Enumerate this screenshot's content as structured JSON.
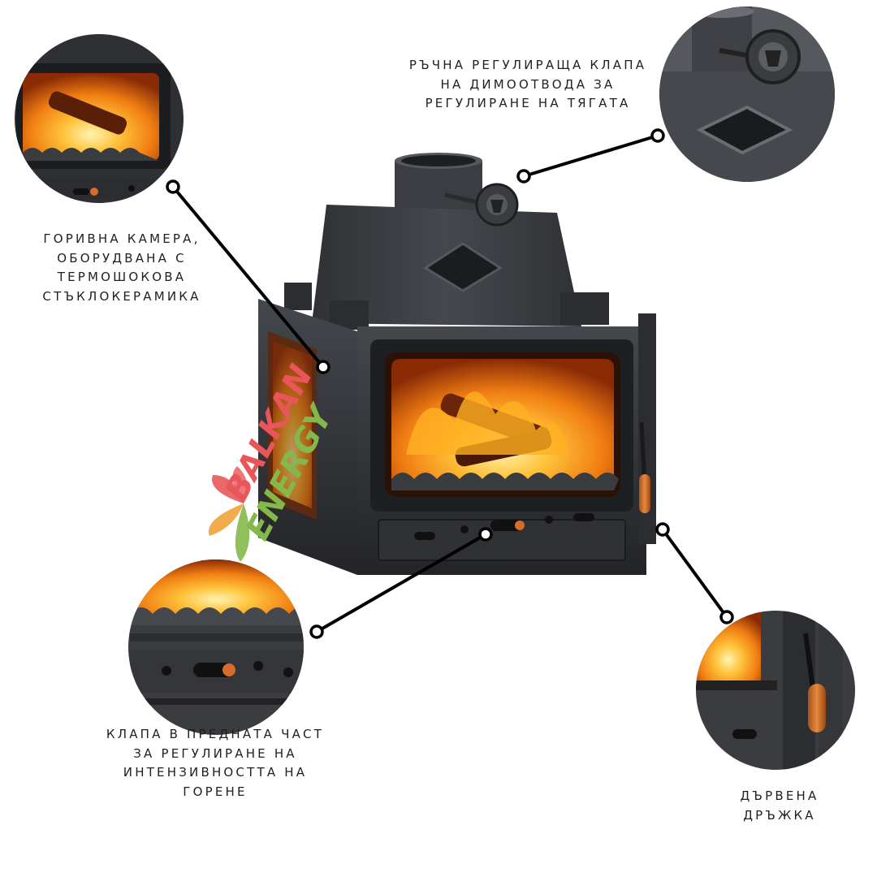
{
  "captions": {
    "combustion_chamber": "ГОРИВНА КАМЕРА,\nОБОРУДВАНА С\nТЕРМОШОКОВА\nСТЪКЛОКЕРАМИКА",
    "flue_damper": "РЪЧНА РЕГУЛИРАЩА КЛАПА\nНА ДИМООТВОДА ЗА\nРЕГУЛИРАНЕ НА ТЯГАТА",
    "front_damper": "КЛАПА В ПРЕДНАТА ЧАСТ\nЗА РЕГУЛИРАНЕ НА\nИНТЕНЗИВНОСТТА НА\nГОРЕНЕ",
    "wooden_handle": "ДЪРВЕНА\nДРЪЖКА"
  },
  "watermark": {
    "line1": "BALKAN",
    "line2": "ENERGY",
    "color_line1": "#e8565a",
    "color_line2": "#84b84a"
  },
  "colors": {
    "iron": "#2b2d31",
    "iron_light": "#3f4247",
    "fire": "#f59b16",
    "leader_line": "#000000"
  }
}
